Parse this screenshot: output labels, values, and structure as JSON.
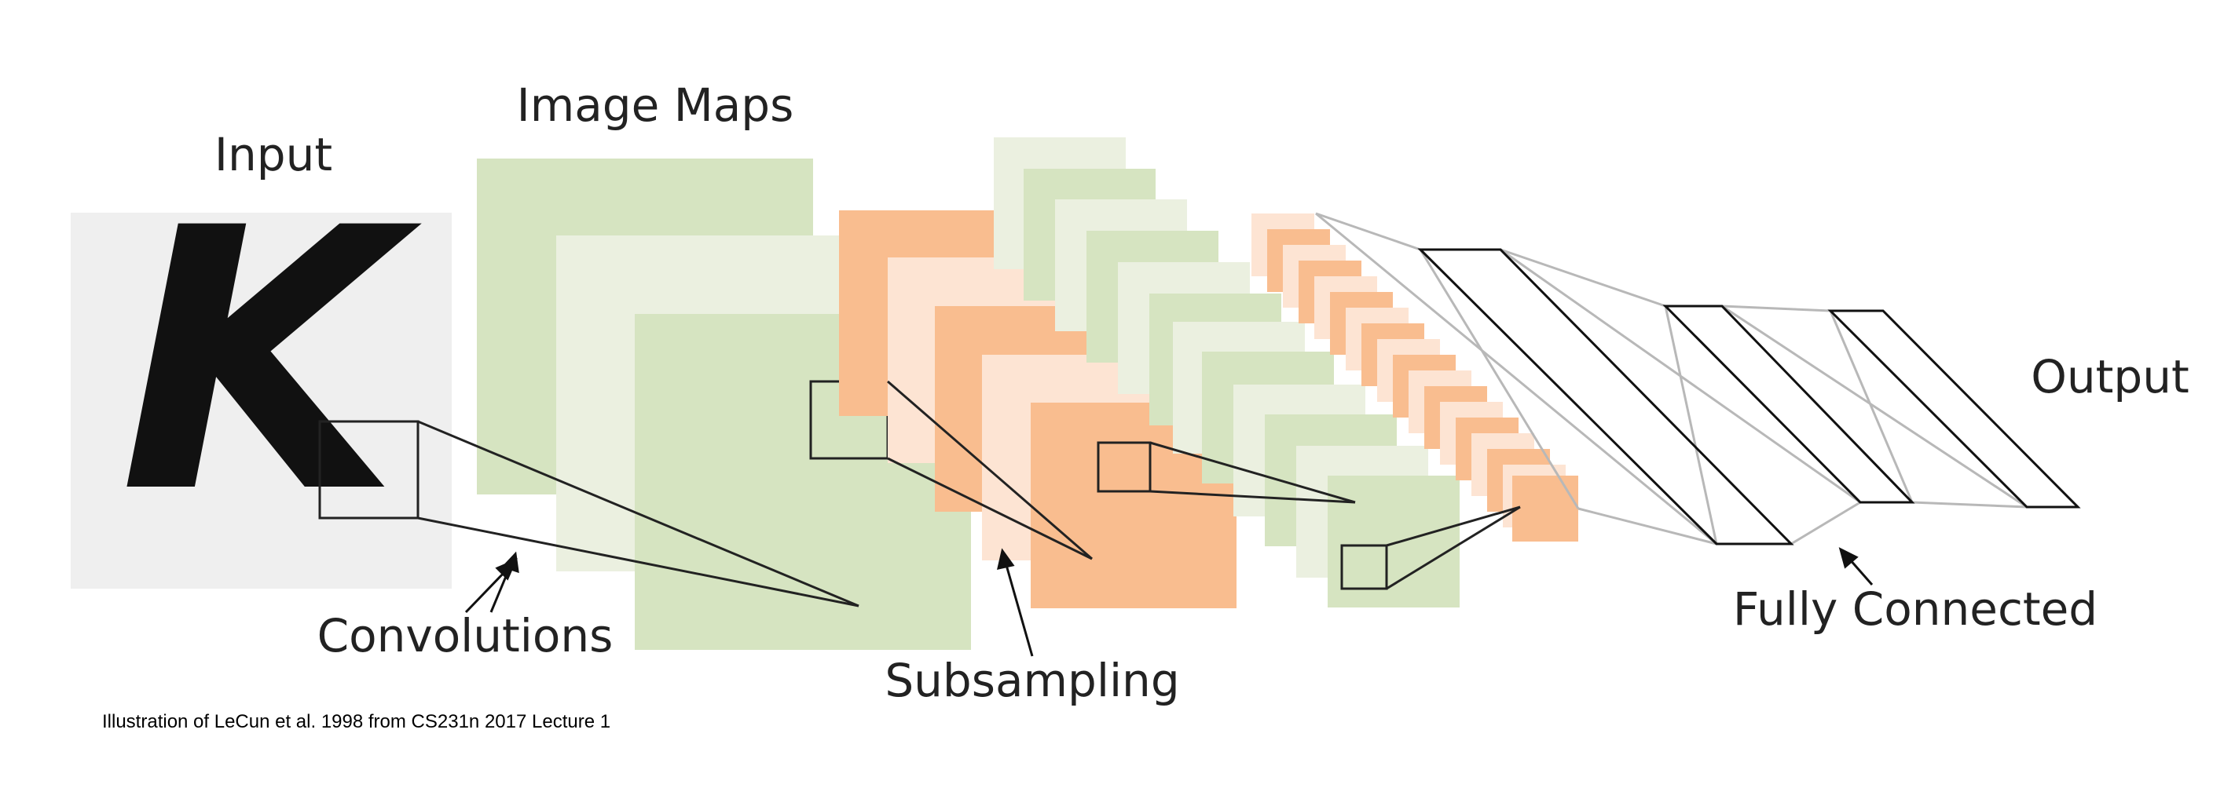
{
  "labels": {
    "input": "Input",
    "image_maps": "Image Maps",
    "output": "Output",
    "convolutions": "Convolutions",
    "subsampling": "Subsampling",
    "fully_connected": "Fully Connected",
    "input_glyph": "K"
  },
  "caption": "Illustration of LeCun et al. 1998 from CS231n 2017 Lecture 1",
  "colors": {
    "input_bg": "#efefef",
    "green": "#d6e4c1",
    "green_light": "#ebf0e0",
    "orange": "#f9bd8f",
    "orange_light": "#fde4d3",
    "gray_line": "#b8b8b8",
    "black": "#111111"
  }
}
